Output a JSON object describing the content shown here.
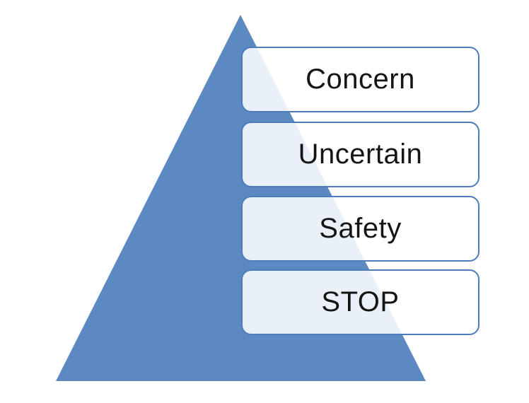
{
  "diagram": {
    "type": "pyramid",
    "levels": [
      {
        "label": "Concern"
      },
      {
        "label": "Uncertain"
      },
      {
        "label": "Safety"
      },
      {
        "label": "STOP"
      }
    ],
    "colors": {
      "background": "#ffffff",
      "triangle": "#5c89c2",
      "box_border": "#4d7cbc",
      "box_fill": "rgba(255,255,255,0.87)",
      "label_text": "#151515"
    }
  }
}
